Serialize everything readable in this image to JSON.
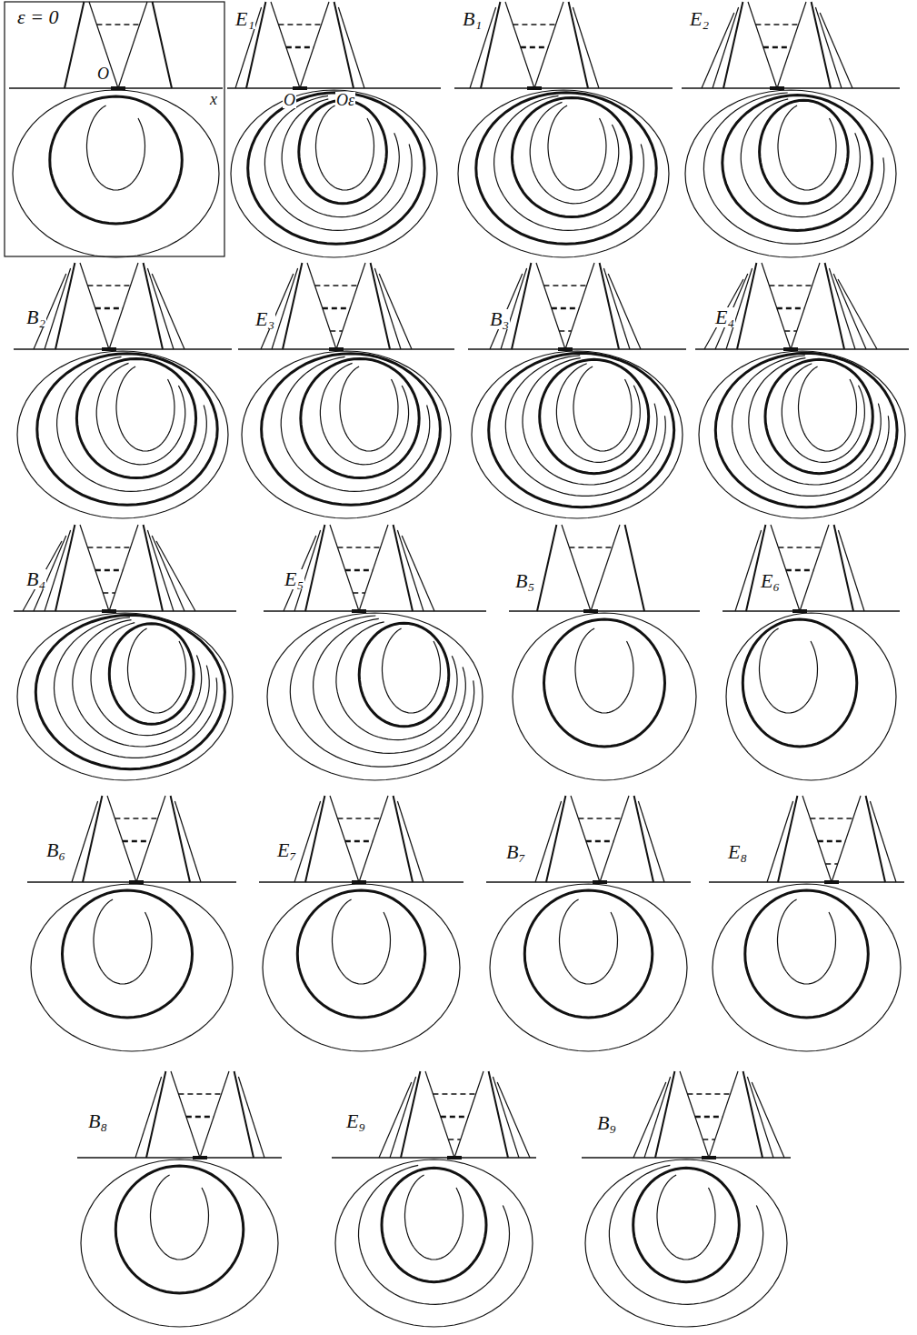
{
  "diagram": {
    "labels": [
      "ε = 0",
      "O",
      "x",
      "E₁",
      "O",
      "Oε",
      "B₁",
      "E₂",
      "B₂",
      "E₃",
      "B₃",
      "E₄",
      "B₄",
      "E₅",
      "B₅",
      "E₆",
      "B₆",
      "E₇",
      "B₇",
      "E₈",
      "B₈",
      "E₉",
      "B₉"
    ]
  }
}
